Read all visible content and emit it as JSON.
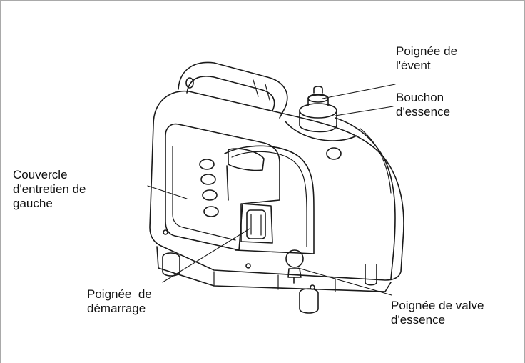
{
  "labels": {
    "vent_handle": "Poignée de\nl'évent",
    "fuel_cap": "Bouchon\nd'essence",
    "left_cover": "Couvercle\nd'entretien de\ngauche",
    "start_handle": "Poignée  de\ndémarrage",
    "fuel_valve": "Poignée de valve\nd'essence"
  },
  "colors": {
    "line": "#1a1a1a",
    "frame": "#a9a9a9"
  }
}
